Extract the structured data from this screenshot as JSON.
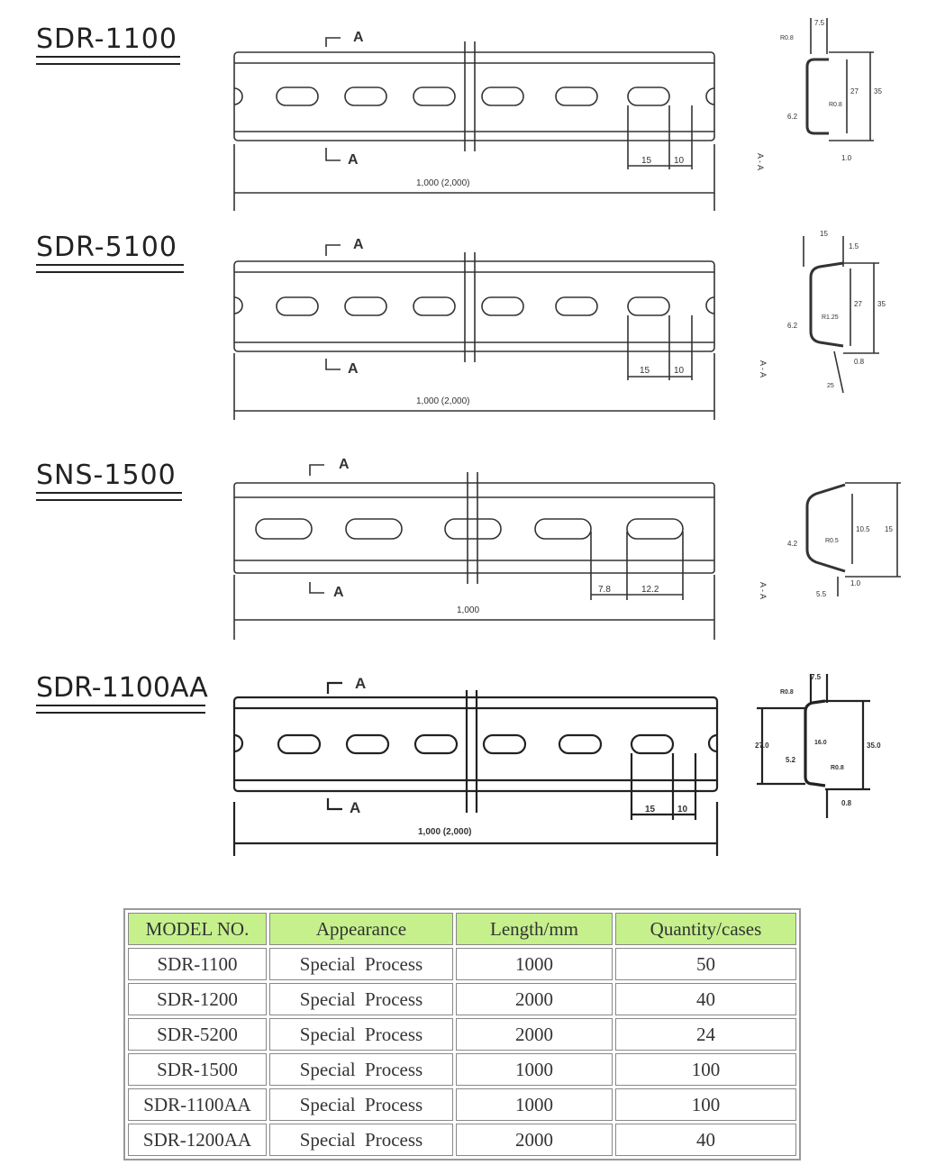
{
  "models": [
    {
      "name": "SDR-1100",
      "section_mark": "A",
      "section_label": "A - A",
      "slot_pitch": "15",
      "slot_end": "10",
      "length_label": "1,000 (2,000)",
      "profile_dims": [
        "7.5",
        "R0.8",
        "R0.8",
        "27",
        "35",
        "6.2",
        "1.0"
      ]
    },
    {
      "name": "SDR-5100",
      "section_mark": "A",
      "section_label": "A - A",
      "slot_pitch": "15",
      "slot_end": "10",
      "length_label": "1,000 (2,000)",
      "profile_dims": [
        "15",
        "1.5",
        "R1.25",
        "27",
        "35",
        "6.2",
        "0.8",
        "25"
      ]
    },
    {
      "name": "SNS-1500",
      "section_mark": "A",
      "section_label": "A - A",
      "slot_pitch": "7.8",
      "slot_end": "12.2",
      "length_label": "1,000",
      "profile_dims": [
        "R0.5",
        "10.5",
        "15",
        "4.2",
        "5.5",
        "1.0"
      ]
    },
    {
      "name": "SDR-1100AA",
      "section_mark": "A",
      "section_label": "",
      "slot_pitch": "15",
      "slot_end": "10",
      "length_label": "1,000 (2,000)",
      "profile_dims": [
        "7.5",
        "R0.8",
        "27.0",
        "35.0",
        "16.0",
        "5.2",
        "R0.8",
        "0.8"
      ]
    }
  ],
  "table": {
    "headers": [
      "MODEL  NO.",
      "Appearance",
      "Length/mm",
      "Quantity/cases"
    ],
    "rows": [
      [
        "SDR-1100",
        "Special  Process",
        "1000",
        "50"
      ],
      [
        "SDR-1200",
        "Special  Process",
        "2000",
        "40"
      ],
      [
        "SDR-5200",
        "Special  Process",
        "2000",
        "24"
      ],
      [
        "SDR-1500",
        "Special  Process",
        "1000",
        "100"
      ],
      [
        "SDR-1100AA",
        "Special  Process",
        "1000",
        "100"
      ],
      [
        "SDR-1200AA",
        "Special  Process",
        "2000",
        "40"
      ]
    ],
    "header_color": "#c5f08c"
  }
}
